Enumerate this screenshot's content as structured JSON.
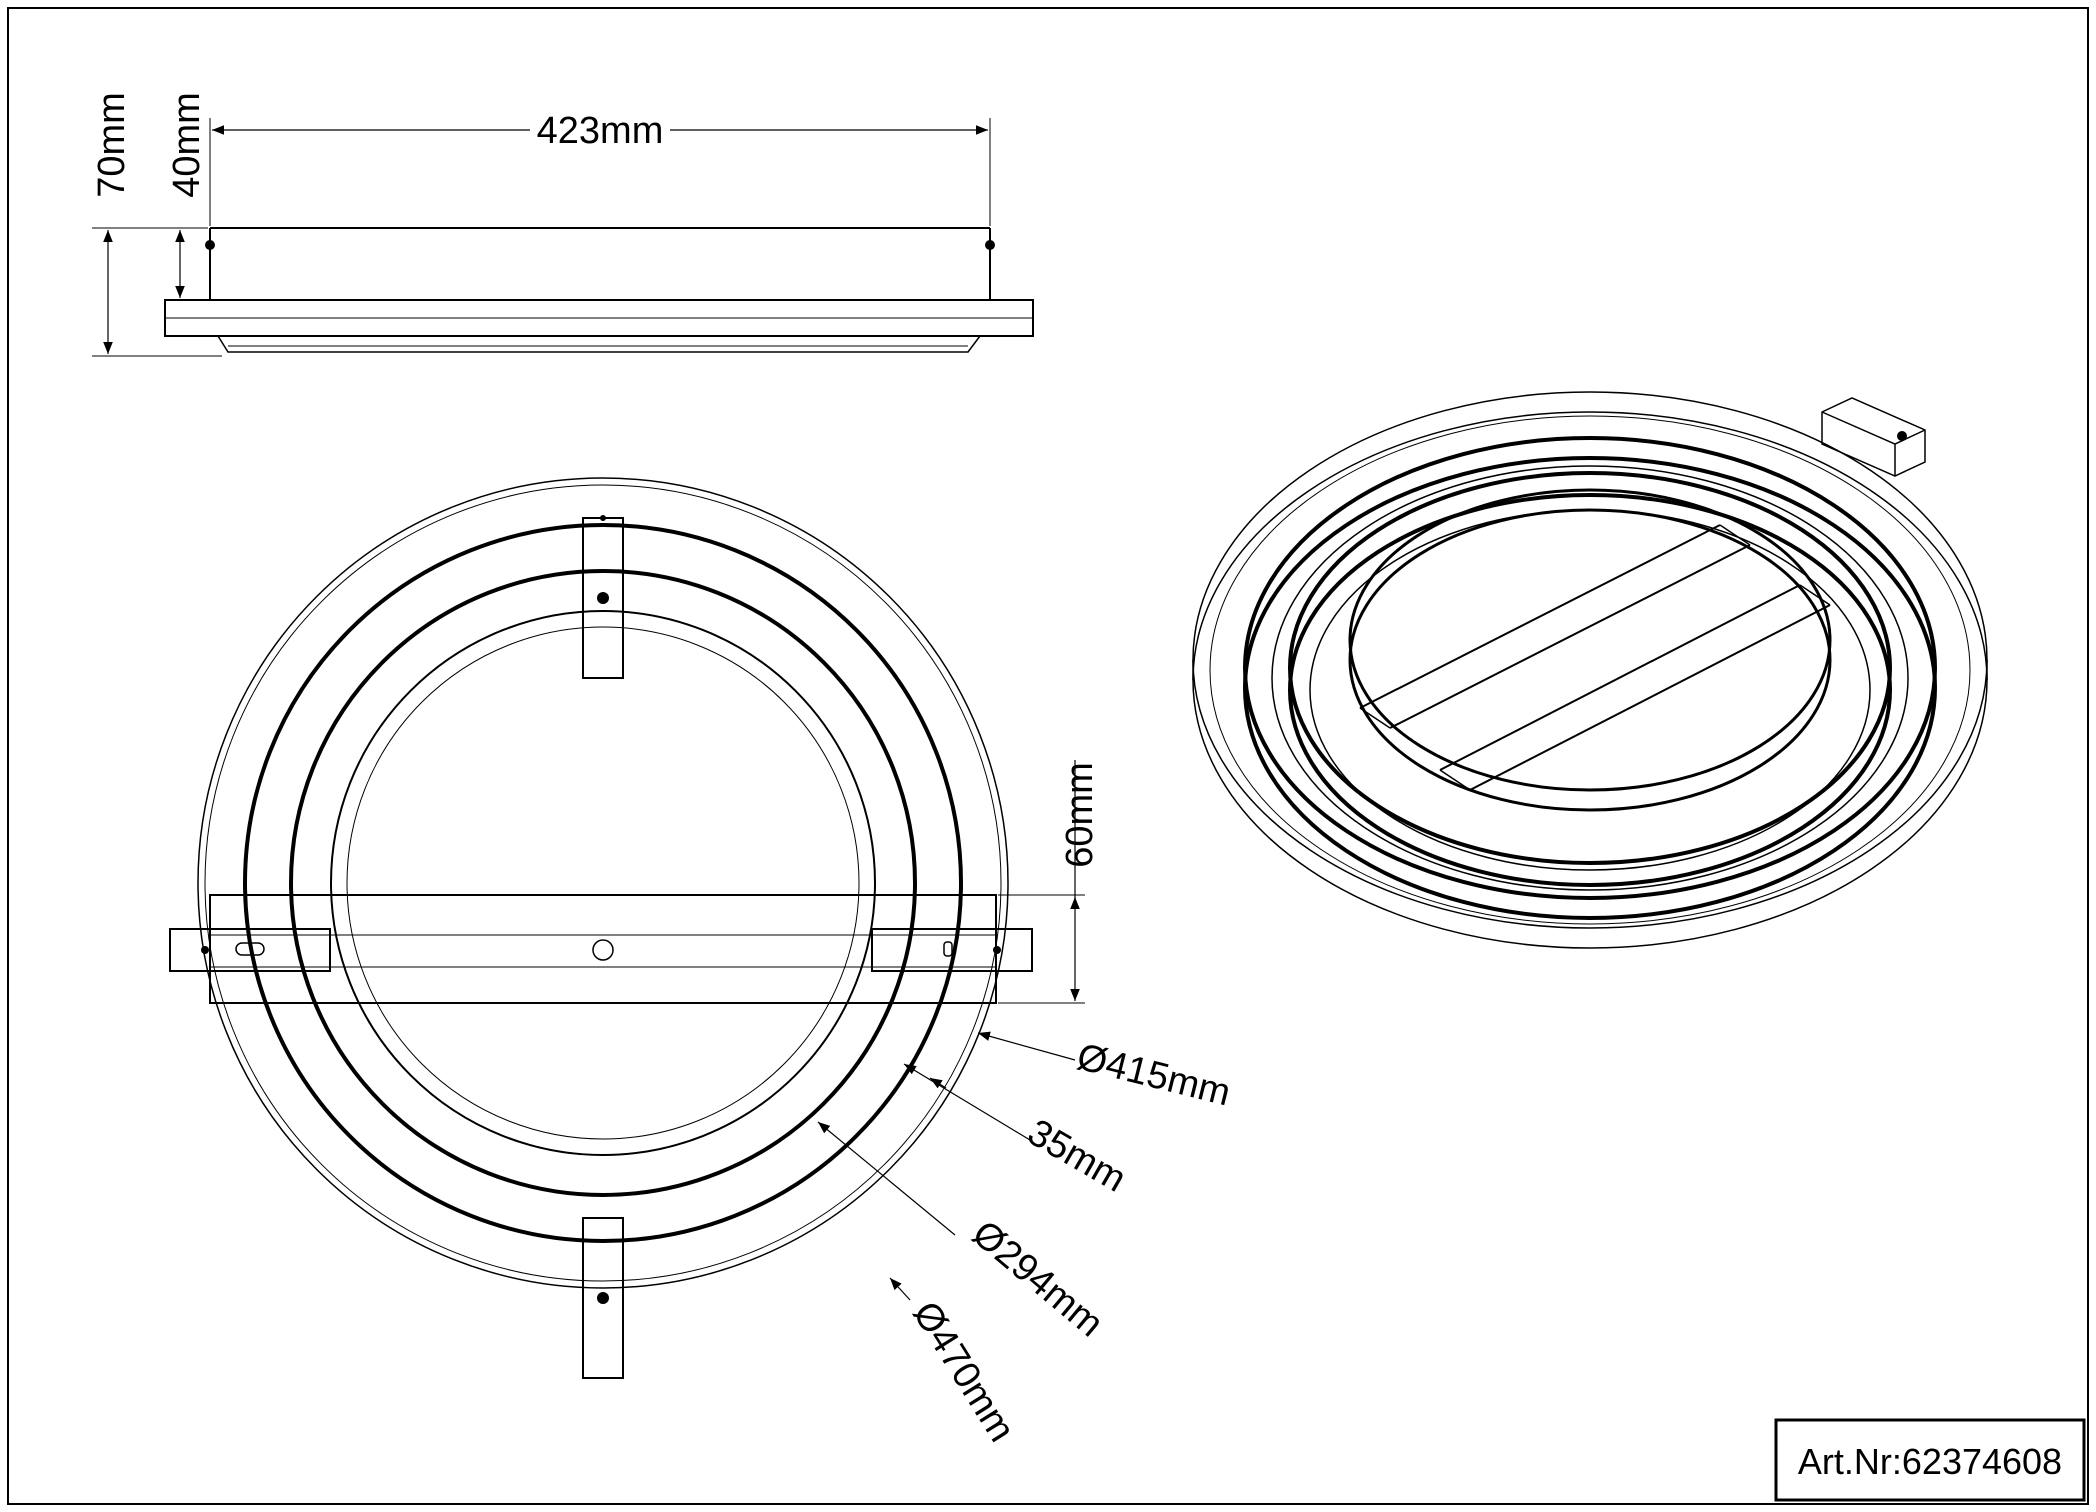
{
  "dimensions": {
    "total_height": "70mm",
    "body_height": "40mm",
    "body_width": "423mm",
    "bar_width": "60mm",
    "outer_ring_diameter": "Ø415mm",
    "ring_width": "35mm",
    "inner_ring_diameter": "Ø294mm",
    "overall_diameter": "Ø470mm"
  },
  "title_block": {
    "article_number": "Art.Nr:62374608"
  }
}
